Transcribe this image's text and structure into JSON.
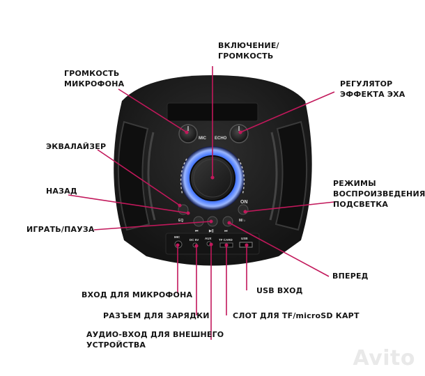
{
  "panel_text": {
    "mic": "MIC",
    "echo": "ECHO",
    "on": "ON",
    "eq": "EQ",
    "mode": "M/☼",
    "prev": "⏮",
    "play": "▶||",
    "next": "⏭",
    "mic_port": "MIC",
    "dc": "DC 5V",
    "aux": "AUX",
    "tf": "TF CARD",
    "usb": "USB"
  },
  "labels": {
    "power_volume": "ВКЛЮЧЕНИЕ/\nГРОМКОСТЬ",
    "mic_volume": "ГРОМКОСТЬ\nМИКРОФОНА",
    "echo_regulator": "РЕГУЛЯТОР\nЭФФЕКТА ЭХА",
    "equalizer": "ЭКВАЛАЙЗЕР",
    "back": "НАЗАД",
    "play_pause": "ИГРАТЬ/ПАУЗА",
    "modes": "РЕЖИМЫ\nВОСПРОИЗВЕДЕНИЯ/\nПОДСВЕТКА",
    "forward": "ВПЕРЕД",
    "usb_input": "USB ВХОД",
    "mic_input": "ВХОД ДЛЯ МИКРОФОНА",
    "charging": "РАЗЪЕМ ДЛЯ ЗАРЯДКИ",
    "card_slot": "СЛОТ ДЛЯ TF/microSD КАРТ",
    "aux_input": "АУДИО-ВХОД ДЛЯ ВНЕШНЕГО\nУСТРОЙСТВА"
  },
  "watermark": "Avito",
  "colors": {
    "pointer": "#c2185b",
    "body": "#1b1b1b",
    "ring_glow": "#3d6cf0"
  },
  "icons": [
    "power-knob-icon",
    "mic-knob-icon",
    "echo-knob-icon",
    "arrow-left-icon",
    "arrow-right-icon"
  ]
}
